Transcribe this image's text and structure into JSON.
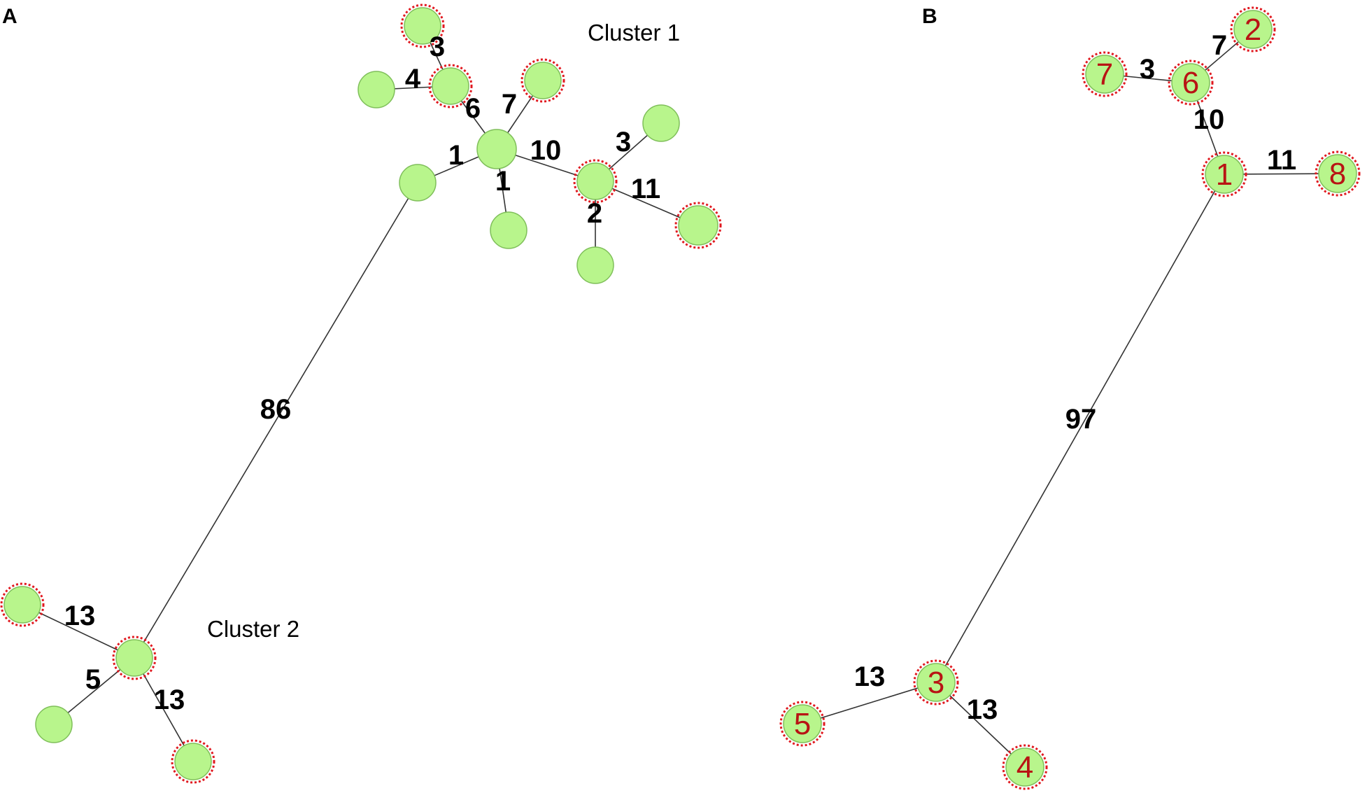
{
  "colors": {
    "node_fill": "#b8f58c",
    "node_stroke": "#7fbf5a",
    "highlight_ring": "#e0191f",
    "edge": "#333333",
    "node_label": "#b81414"
  },
  "panel_a": {
    "label": "A",
    "cluster_labels": [
      "Cluster 1",
      "Cluster 2"
    ],
    "edge_labels": [
      "3",
      "4",
      "6",
      "7",
      "1",
      "10",
      "3",
      "1",
      "2",
      "11",
      "86",
      "13",
      "5",
      "13"
    ]
  },
  "panel_b": {
    "label": "B",
    "node_labels": [
      "1",
      "2",
      "3",
      "4",
      "5",
      "6",
      "7",
      "8"
    ],
    "edge_labels": [
      "7",
      "3",
      "10",
      "11",
      "97",
      "13",
      "13"
    ]
  }
}
